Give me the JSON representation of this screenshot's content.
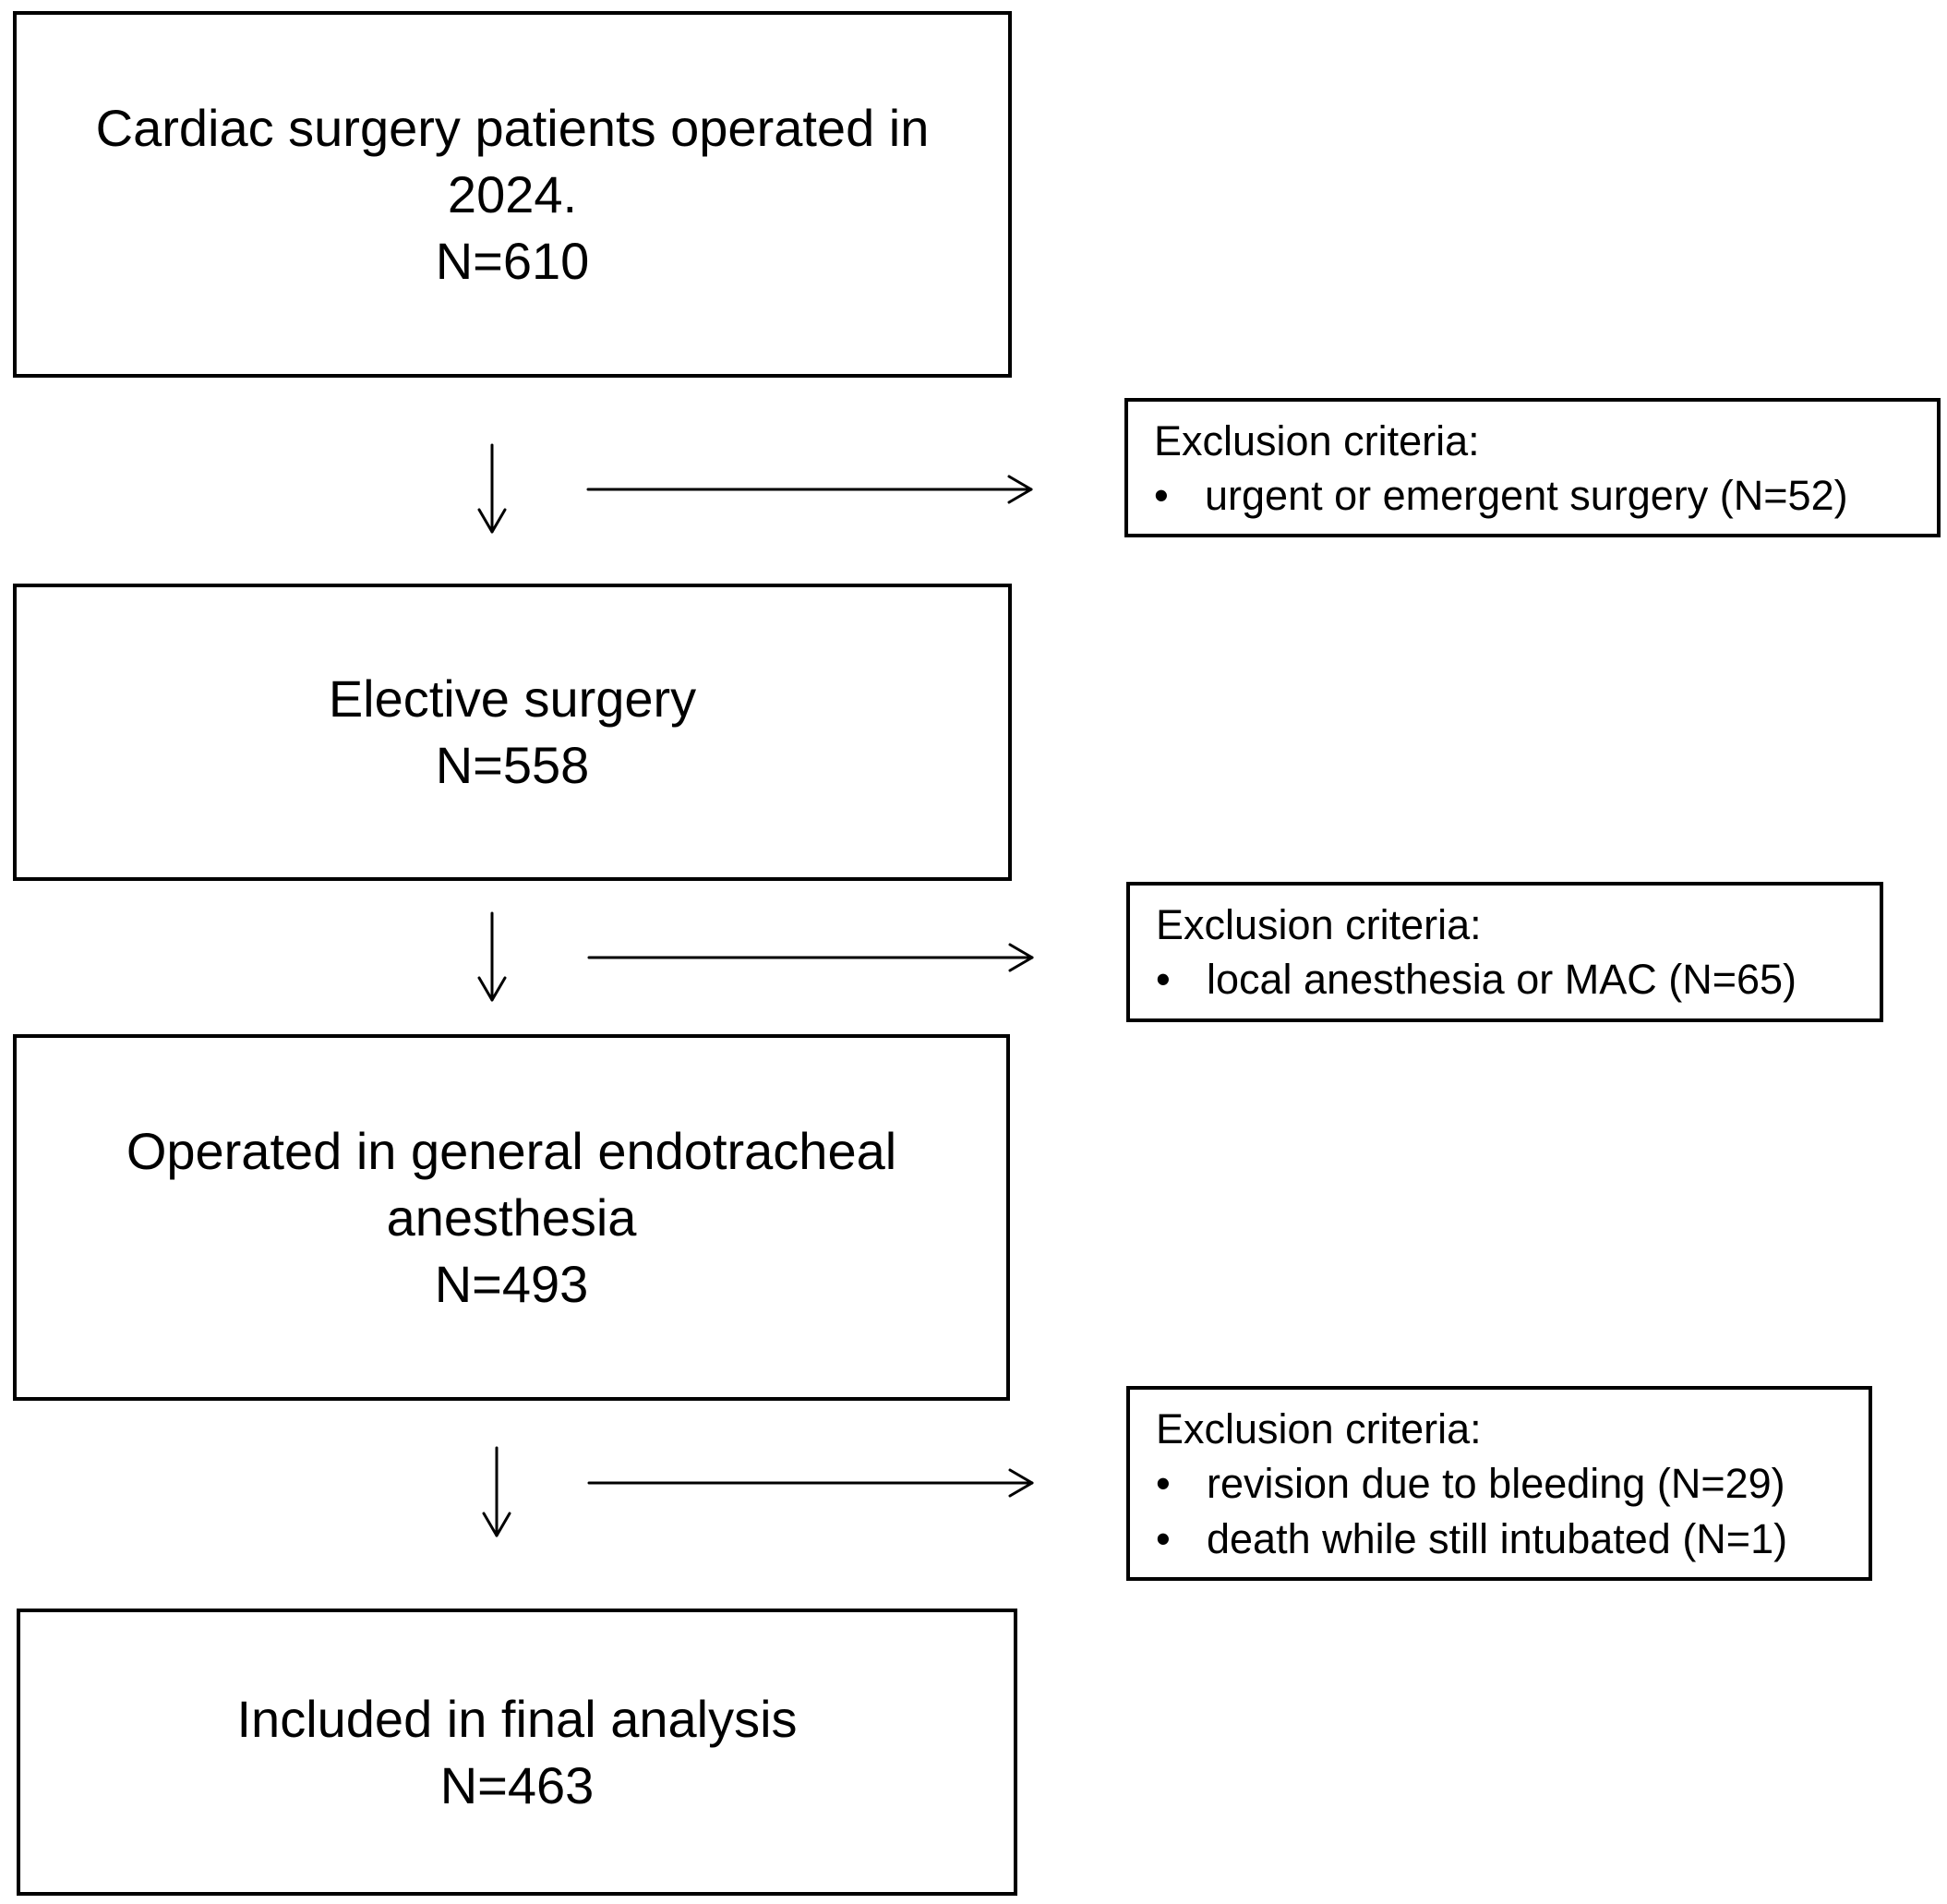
{
  "flow": {
    "steps": [
      {
        "lines": [
          "Cardiac surgery patients operated in",
          "2024."
        ],
        "count": "N=610"
      },
      {
        "lines": [
          "Elective surgery"
        ],
        "count": "N=558"
      },
      {
        "lines": [
          "Operated in general endotracheal",
          "anesthesia"
        ],
        "count": "N=493"
      },
      {
        "lines": [
          "Included in final analysis"
        ],
        "count": "N=463"
      }
    ],
    "exclusions": [
      {
        "header": "Exclusion criteria:",
        "items": [
          "urgent or emergent surgery (N=52)"
        ]
      },
      {
        "header": "Exclusion criteria:",
        "items": [
          "local anesthesia or MAC (N=65)"
        ]
      },
      {
        "header": "Exclusion criteria:",
        "items": [
          "revision due to bleeding (N=29)",
          "death while still intubated (N=1)"
        ]
      }
    ],
    "bullet": "•"
  }
}
